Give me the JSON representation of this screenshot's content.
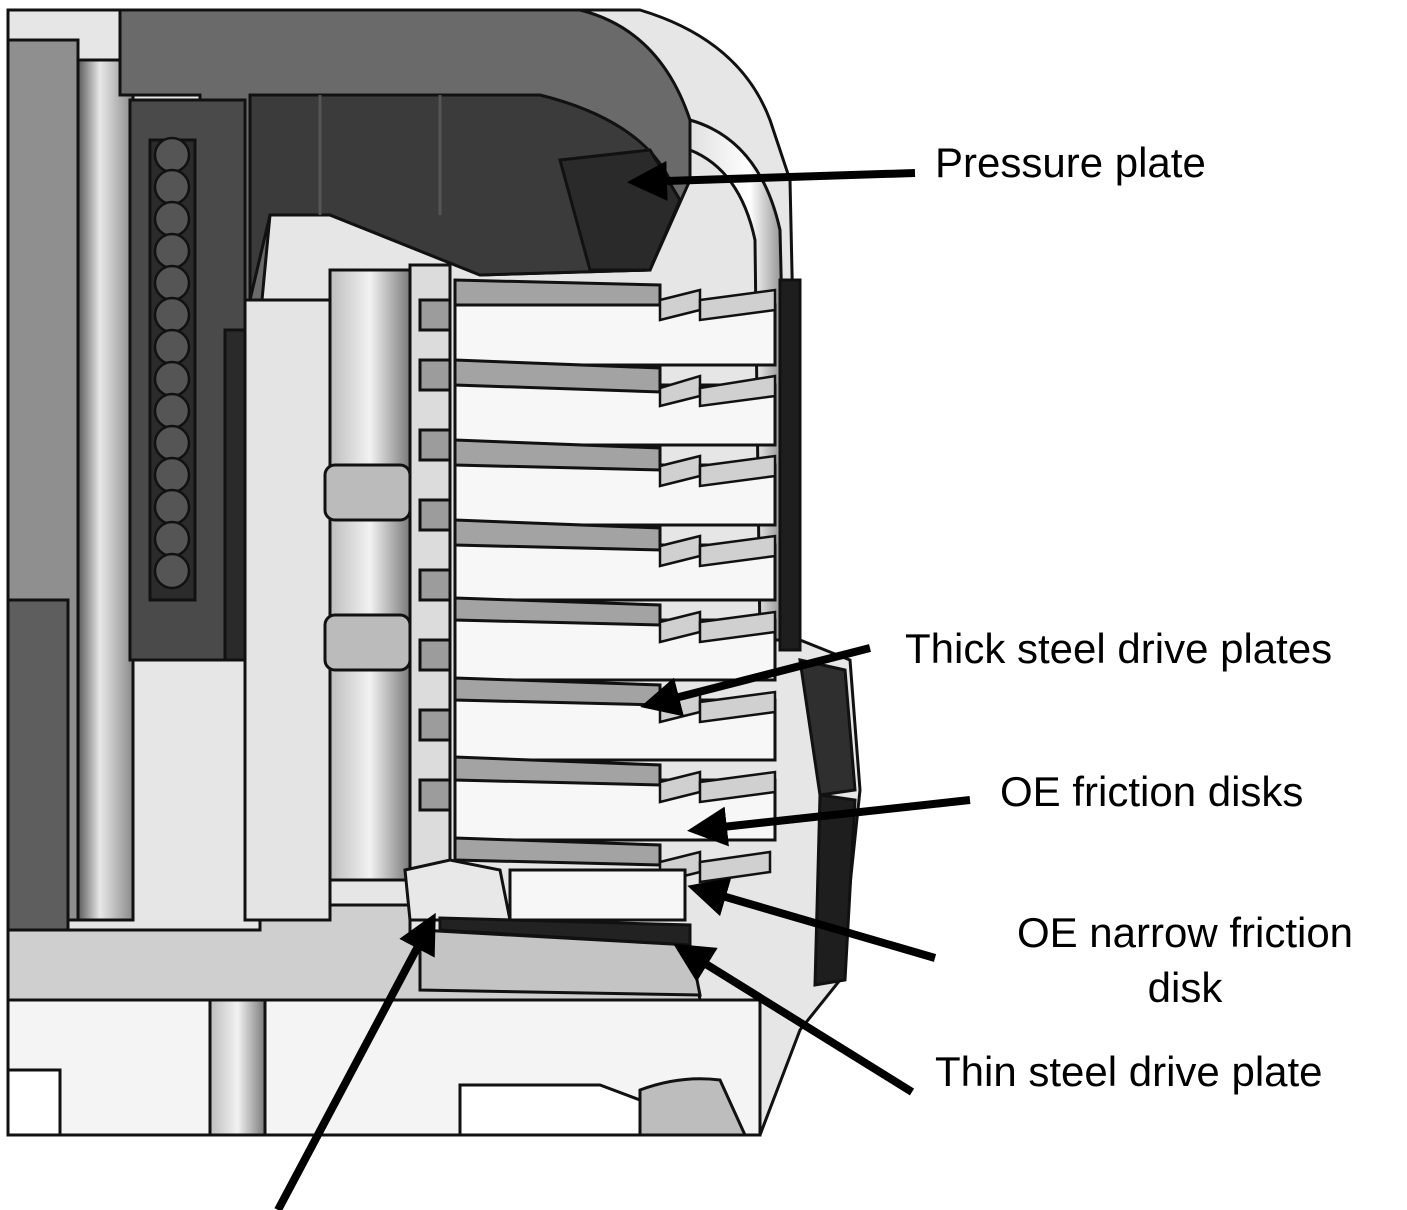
{
  "labels": {
    "pressure_plate": "Pressure plate",
    "thick_steel_drive_plates": "Thick steel drive plates",
    "oe_friction_disks": "OE friction disks",
    "oe_narrow_friction_disk_line1": "OE narrow friction",
    "oe_narrow_friction_disk_line2": "disk",
    "thin_steel_drive_plate": "Thin steel drive plate"
  },
  "colors": {
    "background": "#ffffff",
    "outline": "#111111",
    "dark_part": "#2b2b2b",
    "mid_part": "#9a9a9a",
    "light_part": "#d6d6d6",
    "friction_disk": "#f7f7f7",
    "arrow": "#000000"
  }
}
